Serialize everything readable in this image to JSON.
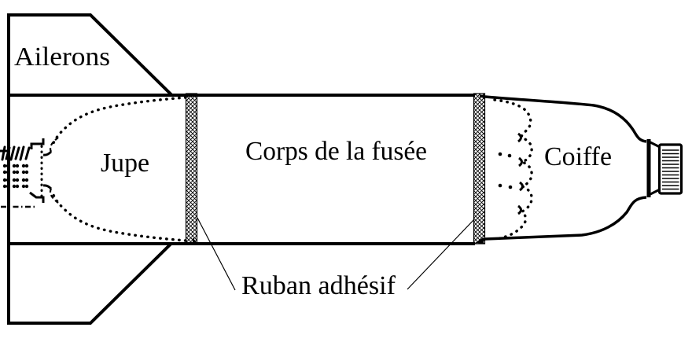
{
  "diagram": {
    "type": "water-rocket-schematic",
    "language": "fr",
    "labels": {
      "ailerons": "Ailerons",
      "jupe": "Jupe",
      "corps": "Corps de la fusée",
      "ruban": "Ruban adhésif",
      "coiffe": "Coiffe"
    },
    "parts": [
      {
        "name": "fins",
        "label": "Ailerons"
      },
      {
        "name": "skirt",
        "label": "Jupe"
      },
      {
        "name": "rocket-body",
        "label": "Corps de la fusée"
      },
      {
        "name": "adhesive-tape",
        "label": "Ruban adhésif",
        "count": 2
      },
      {
        "name": "nose-cone",
        "label": "Coiffe"
      }
    ],
    "colors": {
      "ink": "#000000",
      "background": "#ffffff"
    }
  }
}
